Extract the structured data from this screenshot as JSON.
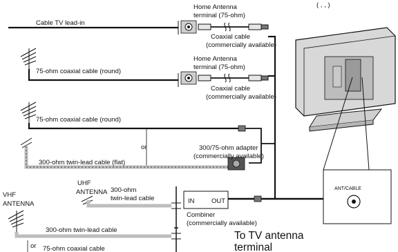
{
  "top_right_fragment": "( , , )",
  "labels": {
    "cable_tv_lead_in": "Cable TV lead-in",
    "home_antenna_terminal_1_line1": "Home Antenna",
    "home_antenna_terminal_1_line2": "terminal (75-ohm)",
    "coaxial_cable_1_line1": "Coaxial cable",
    "coaxial_cable_1_line2": "(commercially available)",
    "coax_round_1": "75-ohm coaxial cable (round)",
    "home_antenna_terminal_2_line1": "Home Antenna",
    "home_antenna_terminal_2_line2": "terminal (75-ohm)",
    "coaxial_cable_2_line1": "Coaxial cable",
    "coaxial_cable_2_line2": "(commercially available)",
    "coax_round_2": "75-ohm coaxial cable (round)",
    "or_1": "or",
    "adapter_line1": "300/75-ohm adapter",
    "adapter_line2": "(commercially available)",
    "twin_lead_flat": "300-ohm twin-lead cable (flat)",
    "uhf_antenna_line1": "UHF",
    "uhf_antenna_line2": "ANTENNA",
    "uhf_twin_lead_line1": "300-ohm",
    "uhf_twin_lead_line2": "twin-lead cable",
    "vhf_antenna_line1": "VHF",
    "vhf_antenna_line2": "ANTENNA",
    "vhf_twin_lead": "300-ohm twin-lead cable",
    "or_2": "or",
    "vhf_coax": "75-ohm coaxial cable",
    "combiner_in": "IN",
    "combiner_out": "OUT",
    "combiner_line1": "Combiner",
    "combiner_line2": "(commercially available)",
    "to_tv_line1": "To TV antenna",
    "to_tv_line2": "terminal",
    "ant_cable": "ANT/CABLE"
  }
}
